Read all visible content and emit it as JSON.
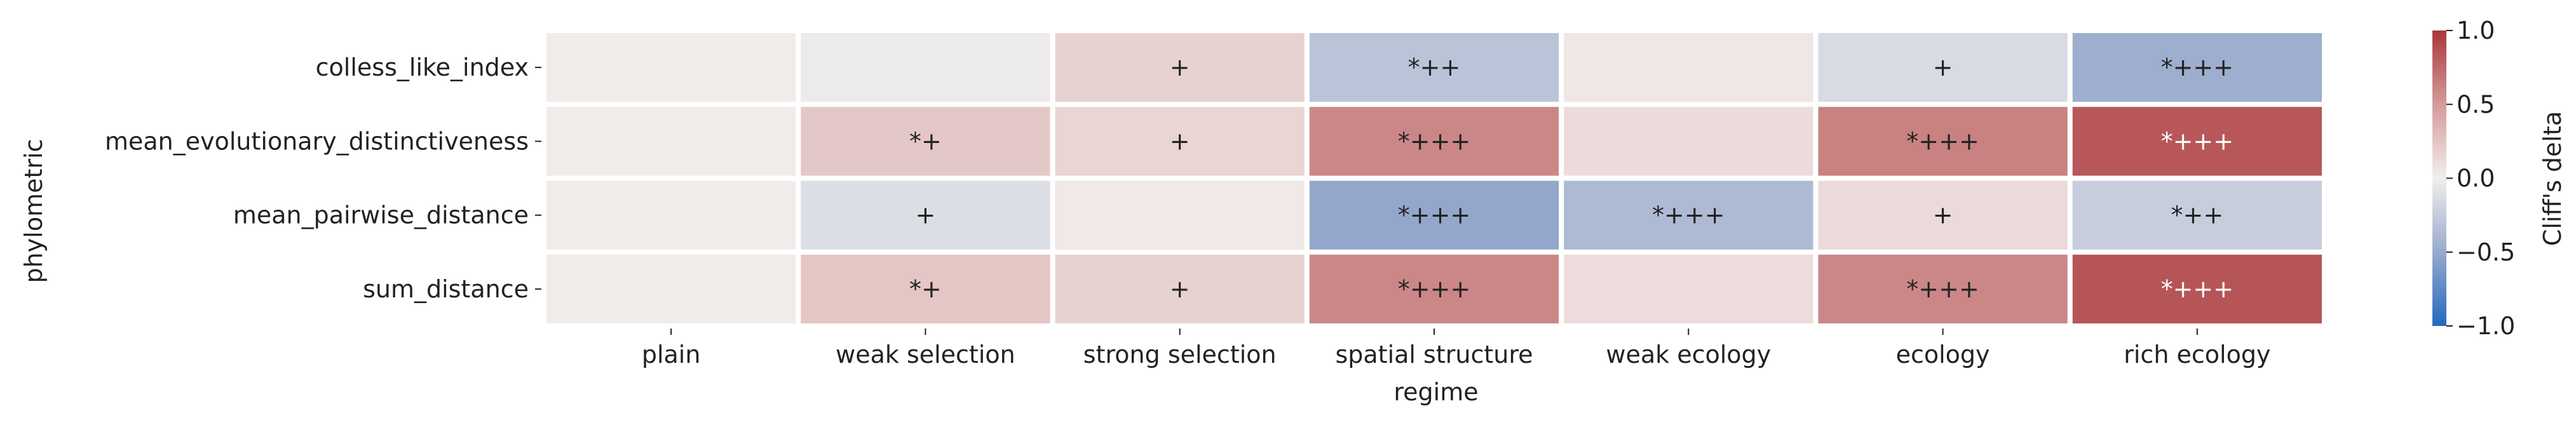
{
  "chart_data": {
    "type": "heatmap",
    "xlabel": "regime",
    "ylabel": "phylometric",
    "rows": [
      "colless_like_index",
      "mean_evolutionary_distinctiveness",
      "mean_pairwise_distance",
      "sum_distance"
    ],
    "columns": [
      "plain",
      "weak selection",
      "strong selection",
      "spatial structure",
      "weak ecology",
      "ecology",
      "rich ecology"
    ],
    "values": [
      [
        0.02,
        -0.03,
        0.17,
        -0.31,
        0.05,
        -0.14,
        -0.47
      ],
      [
        0.02,
        0.23,
        0.15,
        0.6,
        0.11,
        0.63,
        0.84
      ],
      [
        0.02,
        -0.12,
        0.03,
        -0.52,
        -0.38,
        0.12,
        -0.24
      ],
      [
        0.02,
        0.24,
        0.17,
        0.6,
        0.1,
        0.6,
        0.85
      ]
    ],
    "annotations": [
      [
        "",
        "",
        "+",
        "*++",
        "",
        "+",
        "*+++"
      ],
      [
        "",
        "*+",
        "+",
        "*+++",
        "",
        "*+++",
        "*+++"
      ],
      [
        "",
        "+",
        "",
        "*+++",
        "*+++",
        "+",
        "*++"
      ],
      [
        "",
        "*+",
        "+",
        "*+++",
        "",
        "*+++",
        "*+++"
      ]
    ],
    "colorbar": {
      "label": "Cliff's delta",
      "range": [
        -1.0,
        1.0
      ],
      "ticks": [
        -1.0,
        -0.5,
        0.0,
        0.5,
        1.0
      ],
      "tick_labels": [
        "−1.0",
        "−0.5",
        "0.0",
        "0.5",
        "1.0"
      ],
      "colormap": "vlag",
      "colors": {
        "low": "#2369bd",
        "mid": "#f2eeed",
        "high": "#a9373b"
      }
    }
  }
}
